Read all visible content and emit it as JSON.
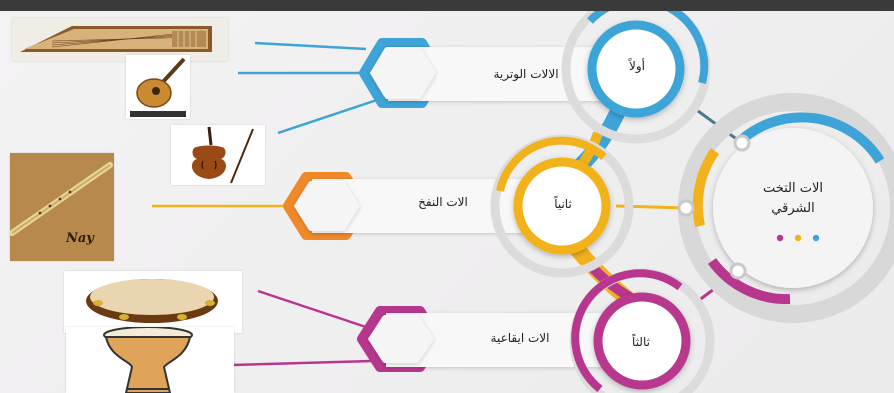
{
  "center": {
    "line1": "الات التخت",
    "line2": "الشرقي"
  },
  "branches": [
    {
      "ordinal": "أولاً",
      "label": "الالات الوترية",
      "color": "#3ea4d8"
    },
    {
      "ordinal": "ثانياً",
      "label": "الات النفخ",
      "color": "#f2b21c"
    },
    {
      "ordinal": "ثالثاً",
      "label": "الات ايقاعية",
      "color": "#b8378e"
    }
  ],
  "images": {
    "nay_text": "Nay"
  },
  "icons": [
    "qanun-image",
    "oud-image",
    "violin-image",
    "nay-image",
    "tambourine-image",
    "darbuka-image"
  ]
}
